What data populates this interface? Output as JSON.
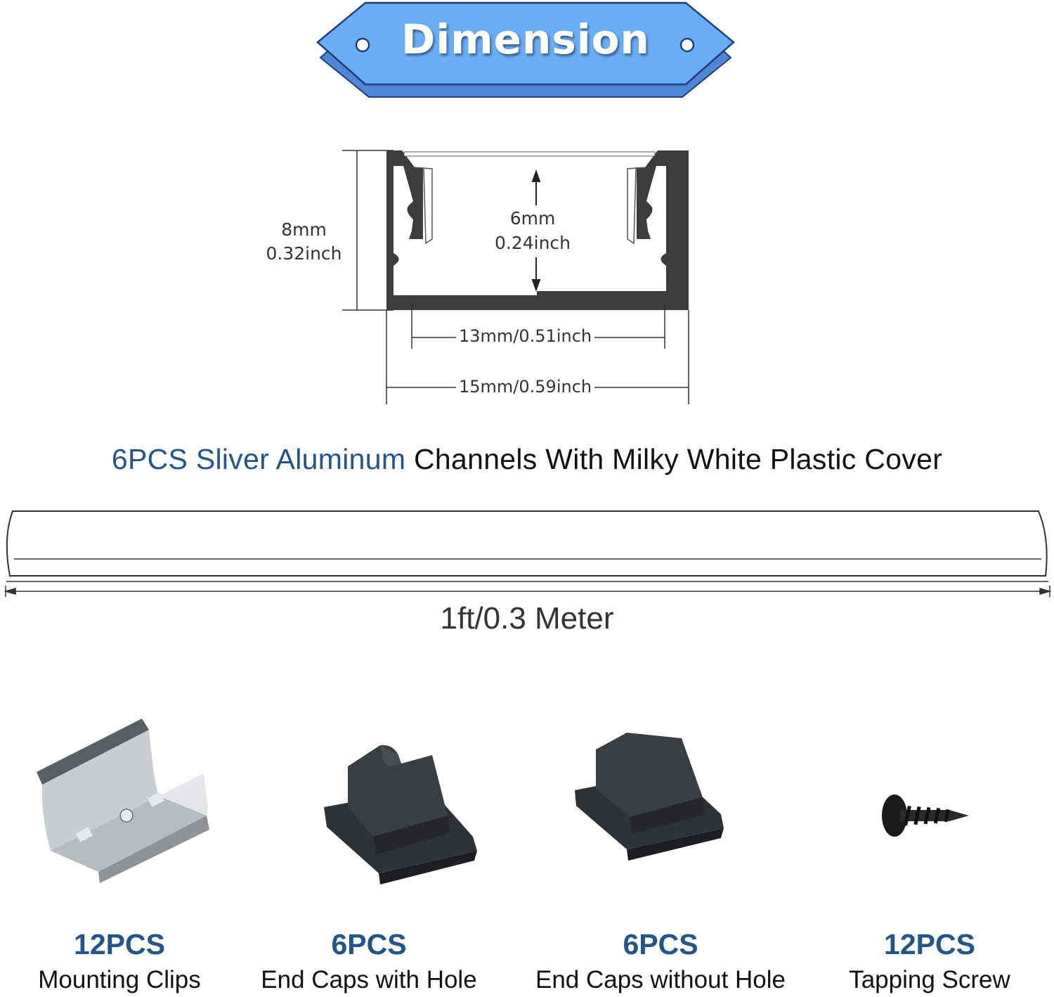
{
  "banner": {
    "title": "Dimension",
    "colors": {
      "fill": "#6aacf5",
      "outline": "#1f3e7a"
    }
  },
  "cross_section": {
    "height_mm": "8mm",
    "height_inch": "0.32inch",
    "inner_height_mm": "6mm",
    "inner_height_inch": "0.24inch",
    "inner_width": "13mm/0.51inch",
    "outer_width": "15mm/0.59inch"
  },
  "headline": {
    "highlight": "6PCS Sliver Aluminum",
    "rest": " Channels With Milky White Plastic Cover",
    "highlight_color": "#24548a"
  },
  "channel": {
    "length": "1ft/0.3 Meter"
  },
  "accessories": [
    {
      "qty": "12PCS",
      "label": "Mounting Clips",
      "icon": "mounting-clip-icon"
    },
    {
      "qty": "6PCS",
      "label": "End Caps with Hole",
      "icon": "end-cap-with-hole-icon"
    },
    {
      "qty": "6PCS",
      "label": "End Caps without Hole",
      "icon": "end-cap-without-hole-icon"
    },
    {
      "qty": "12PCS",
      "label": "Tapping Screw",
      "icon": "tapping-screw-icon"
    }
  ]
}
